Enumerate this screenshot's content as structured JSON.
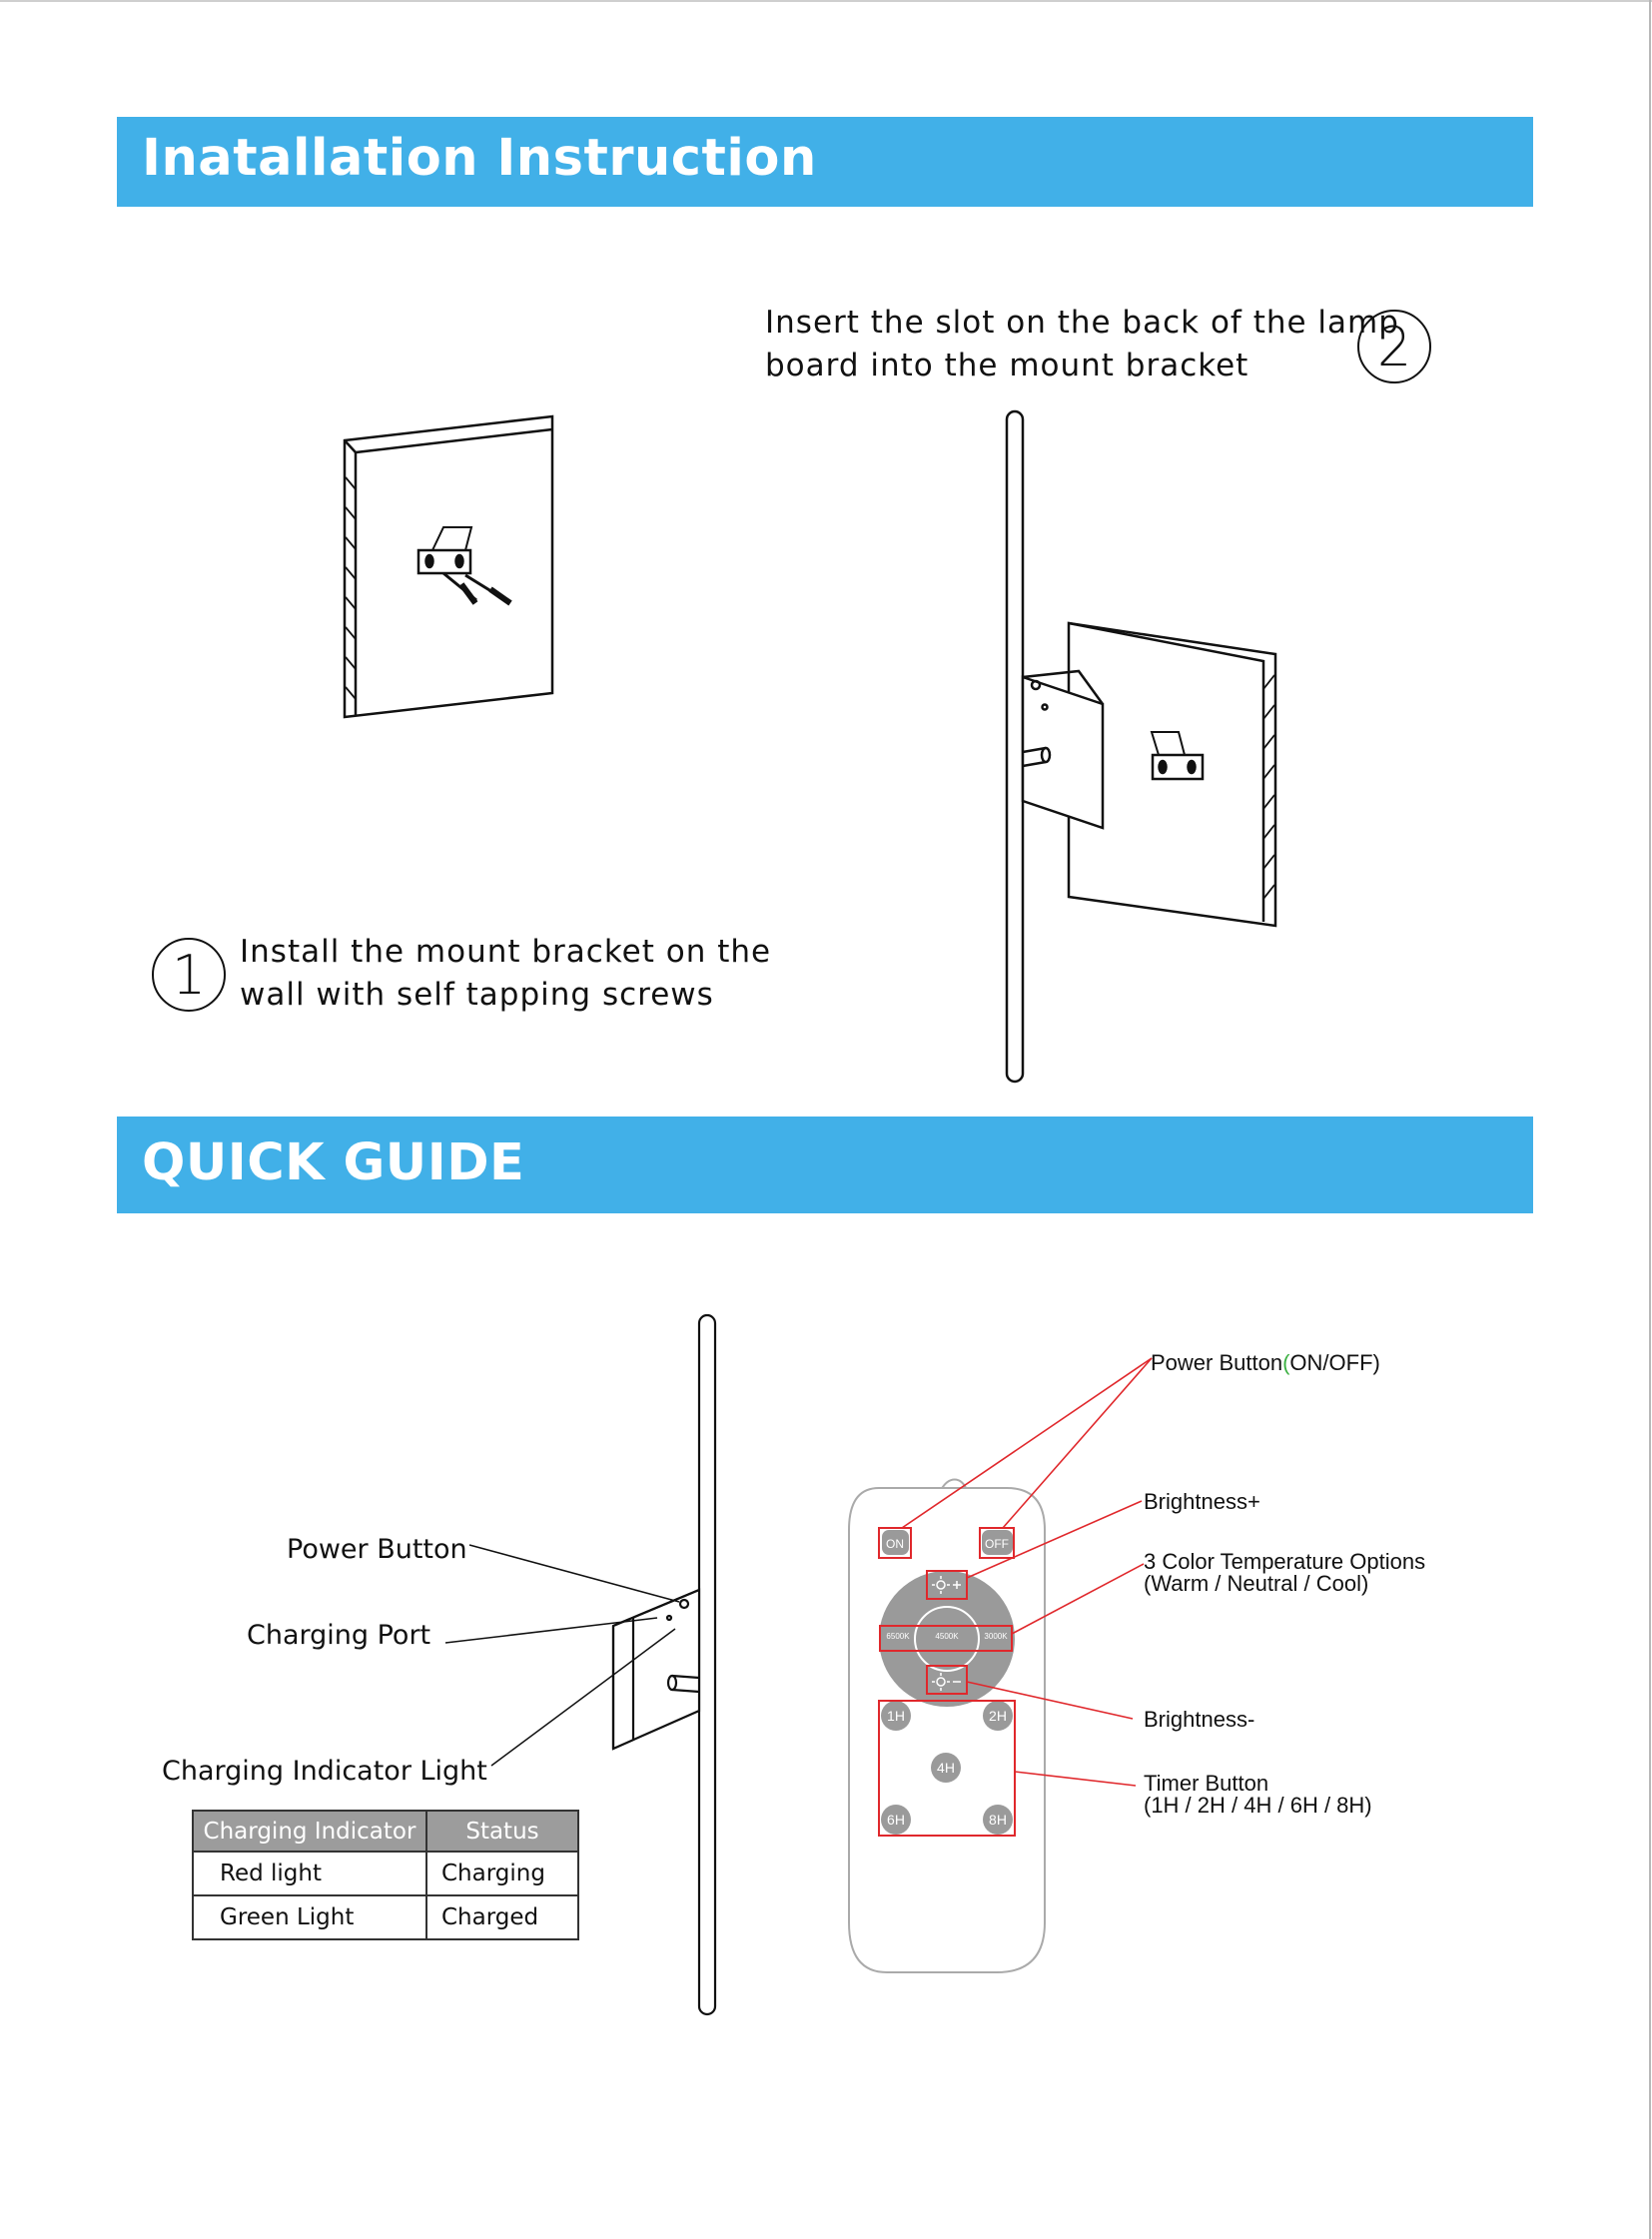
{
  "sections": {
    "installation_title": "Inatallation Instruction",
    "quick_guide_title": "QUICK GUIDE"
  },
  "steps": [
    {
      "number": "1",
      "line1": "Install the mount bracket on the",
      "line2": "wall with self tapping screws"
    },
    {
      "number": "2",
      "line1": "Insert the slot on the back of the lamp",
      "line2": "board into the mount bracket"
    }
  ],
  "lamp_callouts": {
    "power_button": "Power Button",
    "charging_port": "Charging Port",
    "charging_indicator_light": "Charging Indicator Light"
  },
  "indicator_table": {
    "headers": [
      "Charging Indicator",
      "Status"
    ],
    "rows": [
      {
        "indicator": "Red light",
        "status": "Charging"
      },
      {
        "indicator": "Green Light",
        "status": "Charged"
      }
    ]
  },
  "remote": {
    "buttons": {
      "on": "ON",
      "off": "OFF",
      "temp_6500": "6500K",
      "temp_4500": "4500K",
      "temp_3000": "3000K",
      "timer_1h": "1H",
      "timer_2h": "2H",
      "timer_4h": "4H",
      "timer_6h": "6H",
      "timer_8h": "8H"
    },
    "labels": {
      "power_prefix": "Power Button",
      "power_paren": "(",
      "power_suffix": "ON/OFF)",
      "brightness_plus": "Brightness+",
      "color_temp_line1": "3 Color Temperature Options",
      "color_temp_line2": "(Warm / Neutral / Cool)",
      "brightness_minus": "Brightness-",
      "timer_line1": "Timer Button",
      "timer_line2": "(1H / 2H / 4H / 6H / 8H)"
    }
  },
  "colors": {
    "banner": "#41b0e8",
    "callout_red": "#e0282c",
    "remote_grey": "#9a9a9a",
    "paren_green": "#3cb043"
  }
}
